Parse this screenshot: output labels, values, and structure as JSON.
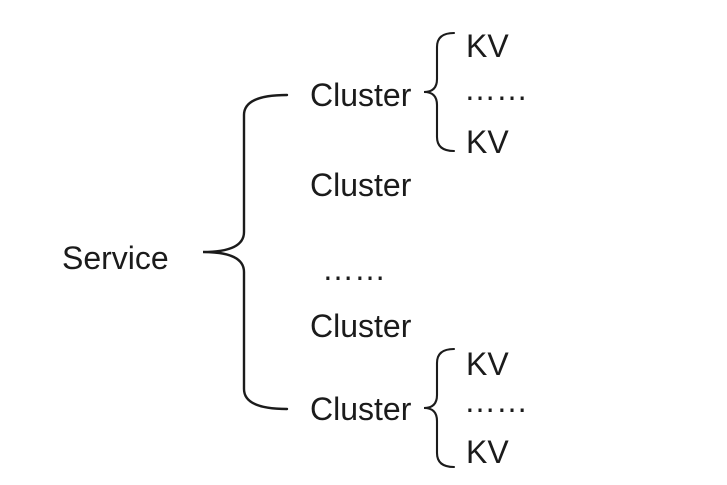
{
  "colors": {
    "background": "#ffffff",
    "text": "#1b1b1b",
    "line": "#1b1b1b"
  },
  "tree": {
    "root": {
      "label": "Service"
    },
    "clusters": [
      {
        "label": "Cluster",
        "has_children": true,
        "children": [
          {
            "label": "KV"
          },
          {
            "label": "……"
          },
          {
            "label": "KV"
          }
        ]
      },
      {
        "label": "Cluster",
        "has_children": false
      },
      {
        "label": "……",
        "is_ellipsis": true
      },
      {
        "label": "Cluster",
        "has_children": false
      },
      {
        "label": "Cluster",
        "has_children": true,
        "children": [
          {
            "label": "KV"
          },
          {
            "label": "……"
          },
          {
            "label": "KV"
          }
        ]
      }
    ]
  }
}
